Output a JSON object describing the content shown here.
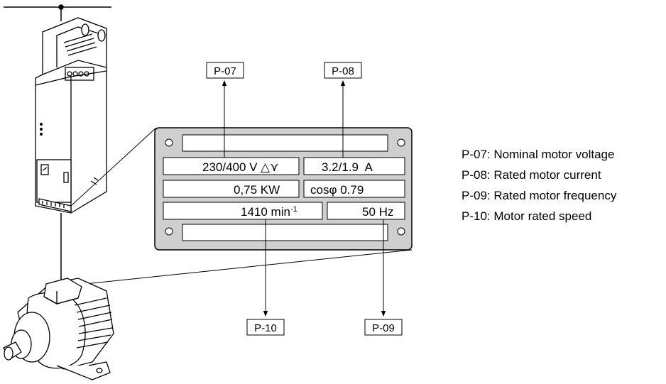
{
  "params": {
    "p07": "P-07",
    "p08": "P-08",
    "p09": "P-09",
    "p10": "P-10"
  },
  "plate": {
    "voltage": "230/400 V",
    "voltage_symbol": "△⋎",
    "current": "3.2/1.9  A",
    "power": "0,75 KW",
    "cosphi": "cosφ 0.79",
    "speed": "1410 min",
    "speed_exp": "-1",
    "frequency": "50 Hz"
  },
  "legend": [
    {
      "code": "P-07",
      "separator": ":",
      "text": "Nominal motor voltage"
    },
    {
      "code": "P-08",
      "separator": ":",
      "text": "Rated motor current"
    },
    {
      "code": "P-09",
      "separator": ":",
      "text": "Rated motor frequency"
    },
    {
      "code": "P-10",
      "separator": ":",
      "text": "Motor rated speed"
    }
  ],
  "colors": {
    "plate_fill": "#cfcfcf",
    "line": "#000000",
    "device_fill": "#ffffff"
  },
  "icons": {
    "drive": "frequency-inverter-icon",
    "motor": "electric-motor-icon"
  }
}
